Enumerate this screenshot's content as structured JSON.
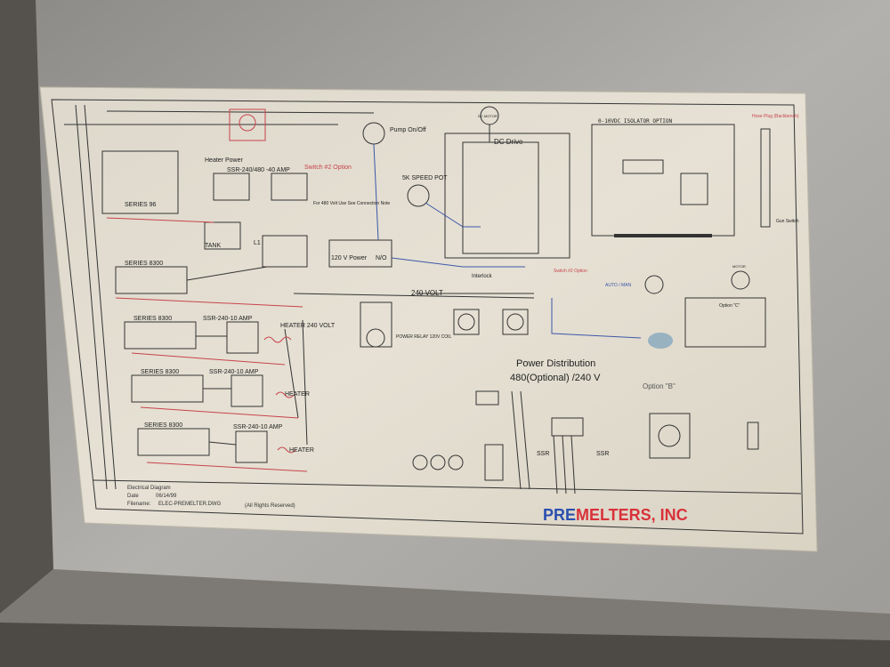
{
  "sheet": {
    "title_block": {
      "line1": "Electrical Diagram",
      "date_label": "Date",
      "date_value": "06/14/99",
      "file_label": "Filename:",
      "file_value": "ELEC-PREMELTER.DWG",
      "rights": "(All Rights Reserved)"
    },
    "brand": {
      "part1": "PRE",
      "part2": "MELTERS, INC",
      "color1": "#2a4fb0",
      "color2": "#d8323a"
    },
    "power_distribution": {
      "line1": "Power Distribution",
      "line2": "480(Optional) /240 V"
    },
    "labels": {
      "heater_power": "Heater Power",
      "ssr_40": "SSR-240/480 -40 AMP",
      "switch2_top": "Switch #2 Option",
      "tank": "TANK",
      "l1": "L1",
      "series96": "SERIES 96",
      "series_a": "SERIES 8300",
      "series_b": "SERIES 8300",
      "series_c": "SERIES 8300",
      "series_d": "SERIES 8300",
      "ssr10_a": "SSR-240-10 AMP",
      "ssr10_b": "SSR-240-10 AMP",
      "ssr10_c": "SSR-240-10 AMP",
      "heater_240": "HEATER 240 VOLT",
      "heater_b": "HEATER",
      "heater_c": "HEATER",
      "power_120": "120 V Power",
      "no": "N/O",
      "pump": "Pump On/Off",
      "speed_pot": "5K SPEED POT",
      "dc_motor": "DC MOTOR",
      "dc_drive": "DC Drive",
      "interlock": "Interlock",
      "volt240": "240 VOLT",
      "power_relay": "POWER RELAY 120V COIL",
      "isolator": "0-10VDC ISOLATOR OPTION",
      "hose_plug": "Hose Plug (Backbench)",
      "switch2_mid": "Switch #2 Option",
      "auto_man": "AUTO / MAN",
      "motor": "MOTOR",
      "option_c": "Option \"C\"",
      "option_b": "Option \"B\"",
      "ssr_left": "SSR",
      "ssr_right": "SSR",
      "gun_switch": "Gun Switch",
      "for480": "For 480 Volt Use See Connection Note"
    }
  }
}
